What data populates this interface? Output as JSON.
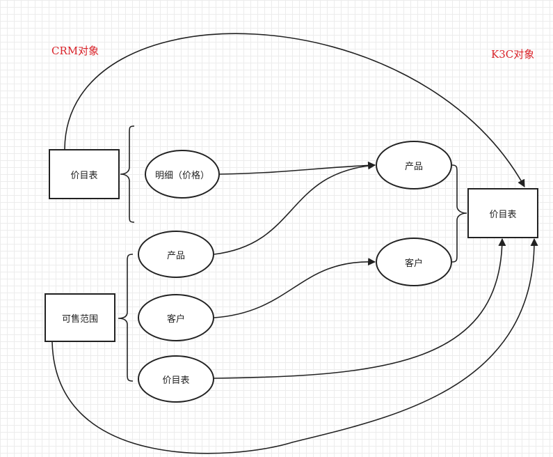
{
  "labels": {
    "crm": "CRM对象",
    "k3c": "K3C对象"
  },
  "colors": {
    "label_red": "#d9232a",
    "stroke": "#222222"
  },
  "nodes": {
    "crm_price_list": "价目表",
    "crm_detail_price": "明细（价格）",
    "crm_sales_scope": "可售范围",
    "crm_product": "产品",
    "crm_customer": "客户",
    "crm_scope_price_list": "价目表",
    "k3c_product": "产品",
    "k3c_customer": "客户",
    "k3c_price_list": "价目表"
  }
}
